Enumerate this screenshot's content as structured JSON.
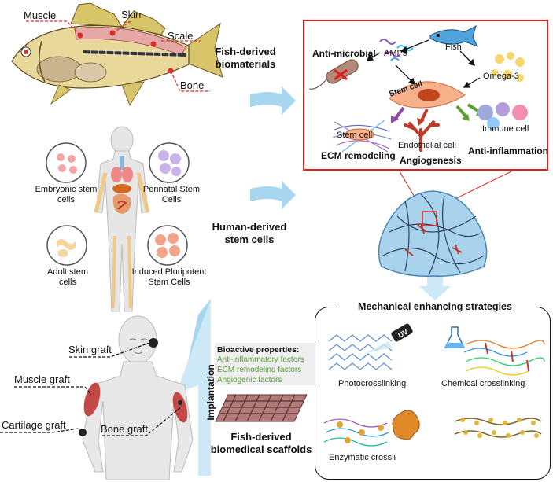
{
  "fish": {
    "labels": {
      "muscle": "Muscle",
      "skin": "Skin",
      "scale": "Scale",
      "bone": "Bone"
    },
    "section_title_line1": "Fish-derived",
    "section_title_line2": "biomaterials"
  },
  "human_cells": {
    "section_title_line1": "Human-derived",
    "section_title_line2": "stem cells",
    "embryonic_line1": "Embryonic stem",
    "embryonic_line2": "cells",
    "perinatal_line1": "Perinatal Stem",
    "perinatal_line2": "Cells",
    "adult_line1": "Adult stem",
    "adult_line2": "cells",
    "ipsc_line1": "Induced Pluripotent",
    "ipsc_line2": "Stem Cells"
  },
  "functions_box": {
    "anti_microbial": "Anti-microbial",
    "amps": "AMPs",
    "fish": "Fish",
    "omega3": "Omega-3",
    "stem_cell_center": "Stem cell",
    "stem_cell_ecm": "Stem cell",
    "endothelial_cell": "Endothelial cell",
    "immune_cell": "Immune  cell",
    "ecm_remodeling": "ECM remodeling",
    "angiogenesis": "Angiogenesis",
    "anti_inflammation": "Anti-inflammation"
  },
  "strategies": {
    "title": "Mechanical enhancing strategies",
    "uv": "UV",
    "photocrosslinking": "Photocrosslinking",
    "chemical_crosslinking": "Chemical crosslinking",
    "enzymatic_crosslinking": "Enzymatic crossli"
  },
  "scaffold": {
    "bioactive_title": "Bioactive properties:",
    "factors": [
      "Anti-inflammatory factors",
      "ECM remodeling factors",
      "Angiogenic factors"
    ],
    "implantation": "Implantation",
    "title_line1": "Fish-derived",
    "title_line2": "biomedical scaffolds"
  },
  "grafts": {
    "skin": "Skin graft",
    "muscle": "Muscle graft",
    "cartilage": "Cartilage graft",
    "bone": "Bone graft"
  },
  "colors": {
    "red_border": "#e0201c",
    "arrow_blue": "#7ec3ea",
    "factor_green": "#5a9f3a",
    "dashed_red": "#d9302b"
  }
}
